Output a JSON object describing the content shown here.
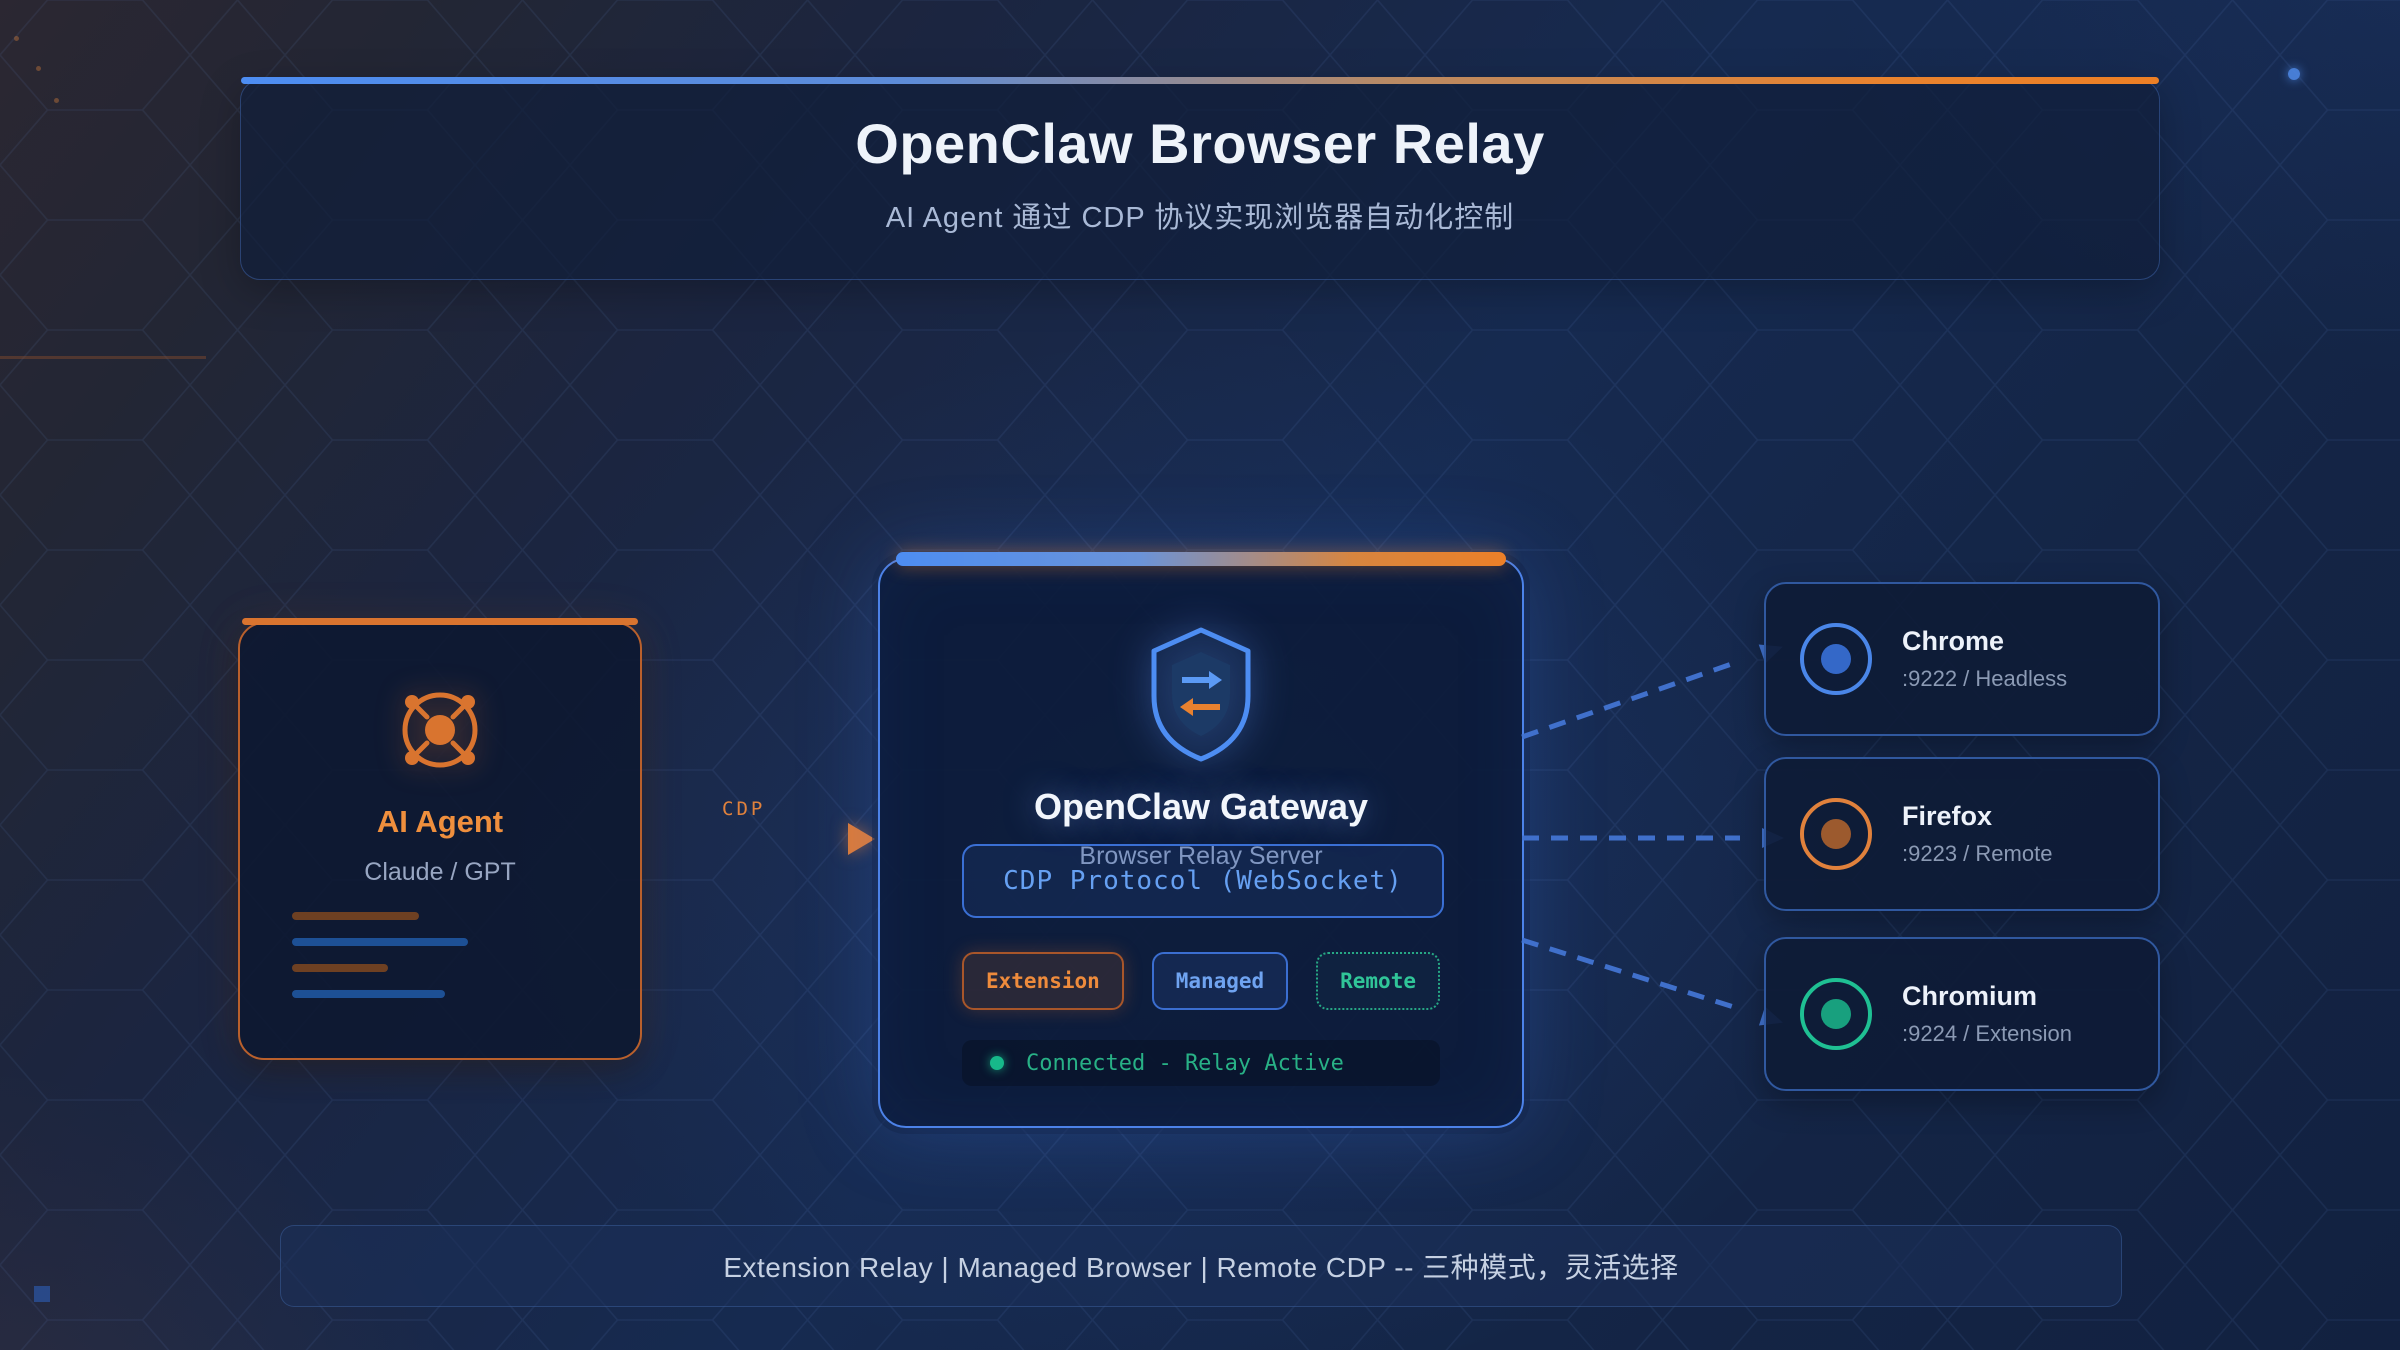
{
  "header": {
    "title": "OpenClaw Browser Relay",
    "subtitle": "AI Agent 通过 CDP 协议实现浏览器自动化控制"
  },
  "agent": {
    "title": "AI Agent",
    "subtitle": "Claude / GPT"
  },
  "connector": {
    "label": "CDP"
  },
  "gateway": {
    "title": "OpenClaw Gateway",
    "subtitle": "Browser Relay Server",
    "protocol": "CDP Protocol (WebSocket)",
    "modes": [
      {
        "label": "Extension"
      },
      {
        "label": "Managed"
      },
      {
        "label": "Remote"
      }
    ],
    "status": {
      "text": "Connected - Relay Active"
    }
  },
  "browsers": [
    {
      "name": "Chrome",
      "detail": ":9222 / Headless",
      "accent": "#4a86e8"
    },
    {
      "name": "Firefox",
      "detail": ":9223 / Remote",
      "accent": "#e0813c"
    },
    {
      "name": "Chromium",
      "detail": ":9224 / Extension",
      "accent": "#1fc093"
    }
  ],
  "footer": {
    "text": "Extension Relay | Managed Browser | Remote CDP -- 三种模式，灵活选择"
  },
  "colors": {
    "accent_blue": "#4c82e8",
    "accent_orange": "#e8813a",
    "accent_teal": "#2bc49a",
    "status_green": "#17b88a",
    "background_navy": "#152a50"
  }
}
